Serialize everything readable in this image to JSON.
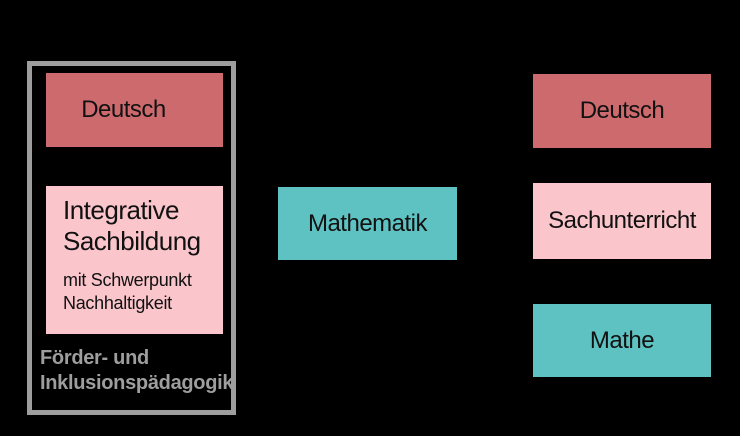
{
  "diagram": {
    "background": "#000000",
    "text_color": "#111111",
    "left_group": {
      "frame_color": "#9e9e9e",
      "group_label": "Förder- und\nInklusionspädagogik",
      "deutsch": {
        "label": "Deutsch",
        "color": "#cd6a6e"
      },
      "sachbildung": {
        "title": "Integrative\nSachbildung",
        "subtitle": "mit Schwerpunkt\nNachhaltigkeit",
        "color": "#fac5cb"
      }
    },
    "middle": {
      "mathematik": {
        "label": "Mathematik",
        "color": "#5fc2c2"
      }
    },
    "right_column": {
      "deutsch": {
        "label": "Deutsch",
        "color": "#cd6a6e"
      },
      "sachunterricht": {
        "label": "Sachunterricht",
        "color": "#fac5cb"
      },
      "mathe": {
        "label": "Mathe",
        "color": "#5fc2c2"
      }
    }
  }
}
